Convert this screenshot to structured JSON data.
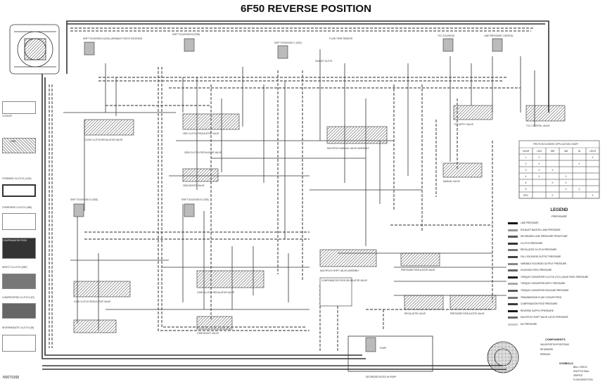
{
  "title": "6F50 REVERSE POSITION",
  "footer_id": "N0079168",
  "side_panel": [
    {
      "label": "COOLER"
    },
    {
      "label": "LUBE"
    },
    {
      "label": "FORWARD CLUTCH (1234)"
    },
    {
      "label": "OVERDRIVE CLUTCH (456)"
    },
    {
      "label": "COMPENSATOR FEED"
    },
    {
      "label": "DIRECT CLUTCH (35R)"
    },
    {
      "label": "LOW/REVERSE CLUTCH (1R)"
    },
    {
      "label": "INTERMEDIATE CLUTCH (26)"
    }
  ],
  "components": {
    "shift_solenoid_a": "SHIFT SOLENOID A (SSA) VARIABLE FORCE SOLENOID",
    "shift_solenoid_b": "SHIFT SOLENOID B (SSB)",
    "shift_solenoid_c": "SHIFT SOLENOID C (SSC)",
    "shift_solenoid_d": "SHIFT SOLENOID D (SSD)",
    "shift_solenoid_e": "SHIFT SOLENOID E (SSE)",
    "line_pressure_control": "LINE PRESSURE CONTROL",
    "tcc_solenoid": "TCC SOLENOID",
    "pressure_regulator": "PRESSURE REGULATOR VALVE",
    "regulator_valve": "REGULATOR VALVE",
    "manual_valve": "MANUAL VALVE",
    "multiplex_valve": "MULTIPLEX MANUAL VALVE ASSEMBLY",
    "multiplex_shift": "MULTIPLEX SHIFT VALVE ASSEMBLY",
    "tcc_control": "TCC CONTROL VALVE",
    "tcc_apply": "TCC APPLY VALVE",
    "cbr_regulator": "CBR CLUTCH REGULATOR VALVE",
    "cb26_regulator": "CB26 CLUTCH REGULATOR VALVE",
    "cb26_boost": "CB26 BOOST VALVE",
    "c35r_regulator": "C35R CLUTCH REGULATOR VALVE",
    "c35r_boost": "C35R BOOST VALVE",
    "c1234_regulator": "C1234 CLUTCH REGULATOR VALVE",
    "c456_regulator": "C456 CLUTCH REGULATOR VALVE",
    "compensator": "COMPENSATOR FEED REGULATOR VALVE",
    "gasket_slots": "GASKET SLOTS",
    "fluid_temp": "FLUID TEMP SENSOR",
    "pump": "PUMP",
    "decrease": "DECREASE BLEED IN PUMP"
  },
  "friction_table": {
    "title": "FRICTION ELEMENT APPLICATION CHART",
    "headers": [
      "GEAR",
      "1234",
      "35R",
      "456",
      "26",
      "LR/1R"
    ],
    "rows": [
      [
        "1",
        "X",
        "",
        "",
        "",
        "X"
      ],
      [
        "2",
        "X",
        "",
        "",
        "X",
        ""
      ],
      [
        "3",
        "X",
        "X",
        "",
        "",
        ""
      ],
      [
        "4",
        "X",
        "",
        "X",
        "",
        ""
      ],
      [
        "5",
        "",
        "X",
        "X",
        "",
        ""
      ],
      [
        "6",
        "",
        "",
        "X",
        "X",
        ""
      ],
      [
        "REV",
        "",
        "X",
        "",
        "",
        "X"
      ]
    ]
  },
  "legend": {
    "title": "LEGEND",
    "subtitle": "PRESSURE",
    "items": [
      {
        "label": "LINE PRESSURE",
        "color": "#111111"
      },
      {
        "label": "EXHAUST BACKFILL AND PRESSURE",
        "color": "#999999"
      },
      {
        "label": "DECREASED LINE PRESSURE FROM PUMP",
        "color": "#555555"
      },
      {
        "label": "CLUTCH PRESSURE",
        "color": "#333333"
      },
      {
        "label": "REGULATED CLUTCH PRESSURE",
        "color": "#777777"
      },
      {
        "label": "FULL SOLENOID OUTPUT PRESSURE",
        "color": "#444444"
      },
      {
        "label": "VARIABLE SOLENOID OUTPUT PRESSURE",
        "color": "#888888"
      },
      {
        "label": "SOLENOID FEED PRESSURE",
        "color": "#666666"
      },
      {
        "label": "TORQUE CONVERTER CLUTCH (TCC) VALVE FEED PRESSURE",
        "color": "#222222"
      },
      {
        "label": "TORQUE CONVERTER APPLY PRESSURE",
        "color": "#aaaaaa"
      },
      {
        "label": "TORQUE CONVERTER RELEASE PRESSURE",
        "color": "#5a5a5a"
      },
      {
        "label": "TRANSMISSION FLUID COOLER FEED",
        "color": "#7a7a7a"
      },
      {
        "label": "COMPENSATOR FEED PRESSURE",
        "color": "#3a3a3a"
      },
      {
        "label": "REVERSE SUPPLY PRESSURE",
        "color": "#1a1a1a"
      },
      {
        "label": "MULTIPLEX SHIFT VALVE LATCH PRESSURE",
        "color": "#6a6a6a"
      },
      {
        "label": "NO PRESSURE",
        "color": "#cccccc"
      }
    ]
  },
  "components_legend": {
    "title": "COMPONENTS",
    "items": [
      "VALVE/PISTON POSITIONS",
      "RETAINERS",
      "SPRINGS"
    ]
  },
  "symbols_legend": {
    "title": "SYMBOLS",
    "items": [
      "BALL CHECK",
      "SHUTTLE BALL",
      "ORIFICE",
      "FLOW DIRECTION"
    ]
  },
  "colors": {
    "line": "#222222",
    "dashed": "#555555",
    "valve_fill": "#8a8a8a",
    "background": "#ffffff"
  }
}
